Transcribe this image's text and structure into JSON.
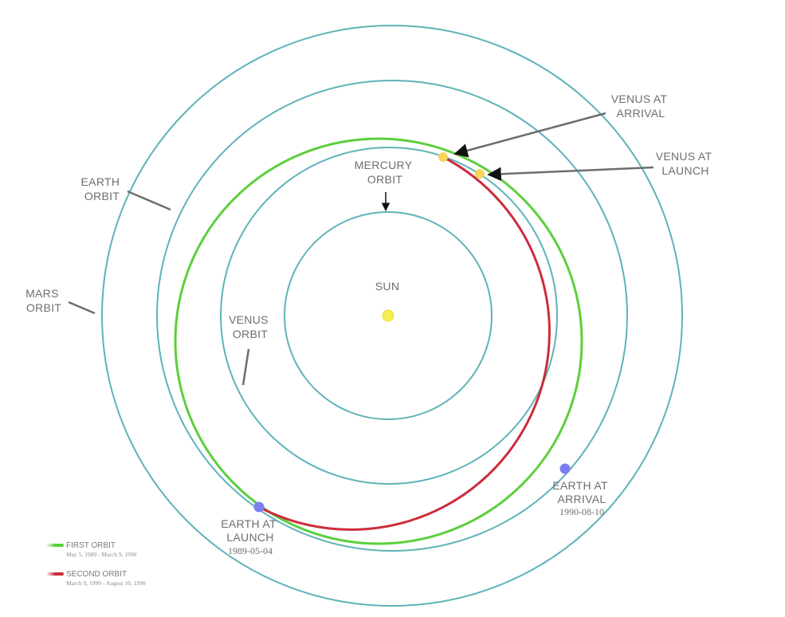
{
  "labels": {
    "sun": "SUN",
    "mercury": [
      "MERCURY",
      "ORBIT"
    ],
    "venus": [
      "VENUS",
      "ORBIT"
    ],
    "earth": [
      "EARTH",
      "ORBIT"
    ],
    "mars": [
      "MARS",
      "ORBIT"
    ],
    "venus_arrival": [
      "VENUS AT",
      "ARRIVAL"
    ],
    "venus_launch": [
      "VENUS AT",
      "LAUNCH"
    ],
    "earth_launch": [
      "EARTH AT",
      "LAUNCH"
    ],
    "earth_launch_date": "1989-05-04",
    "earth_arrival": [
      "EARTH AT",
      "ARRIVAL"
    ],
    "earth_arrival_date": "1990-08-10"
  },
  "legend": [
    {
      "title": "FIRST ORBIT",
      "sub": "May 5, 1989 - March 9, 1990",
      "color": "#5ccf3c"
    },
    {
      "title": "SECOND ORBIT",
      "sub": "March 9, 1990 - August 10, 1990",
      "color": "#cc2d3c"
    }
  ],
  "colors": {
    "planet_orbit": "#5fb3b8",
    "first_orbit": "#5ccf3c",
    "second_orbit": "#cc2d3c",
    "sun": "#f5ee55",
    "venus_marker": "#f7d65a",
    "earth_marker": "#7a7ef2",
    "pointer": "#6e6e6e"
  }
}
